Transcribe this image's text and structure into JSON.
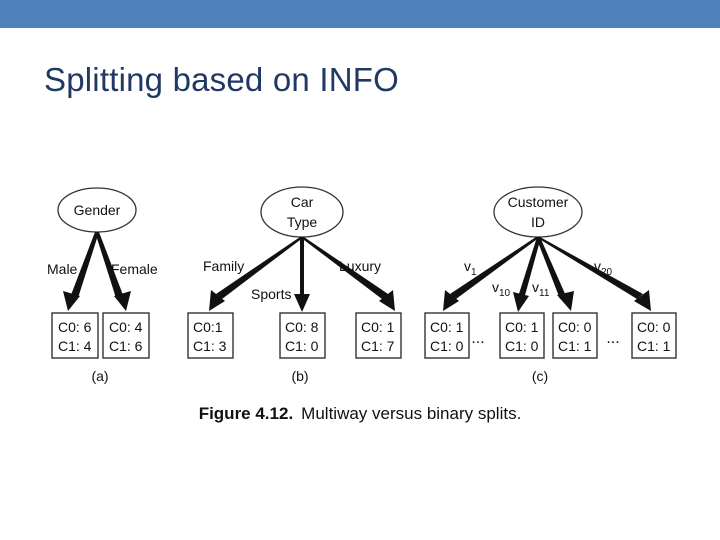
{
  "slide": {
    "title": "Splitting based on INFO",
    "banner_color": "#4F81BD",
    "title_color": "#1F3864",
    "background_color": "#FFFFFF"
  },
  "figure": {
    "caption_label": "Figure 4.12.",
    "caption_text": "Multiway versus binary splits.",
    "panels": [
      {
        "id": "a",
        "panel_label": "(a)",
        "root": "Gender",
        "edges": [
          "Male",
          "Female"
        ],
        "leaves": [
          {
            "c0": "C0: 6",
            "c1": "C1: 4"
          },
          {
            "c0": "C0: 4",
            "c1": "C1: 6"
          }
        ],
        "ellipses": []
      },
      {
        "id": "b",
        "panel_label": "(b)",
        "root_line1": "Car",
        "root_line2": "Type",
        "edges": [
          "Family",
          "Sports",
          "Luxury"
        ],
        "leaves": [
          {
            "c0": "C0:1",
            "c1": "C1: 3"
          },
          {
            "c0": "C0: 8",
            "c1": "C1: 0"
          },
          {
            "c0": "C0: 1",
            "c1": "C1: 7"
          }
        ],
        "ellipses": []
      },
      {
        "id": "c",
        "panel_label": "(c)",
        "root_line1": "Customer",
        "root_line2": "ID",
        "edges": [
          "v",
          "v",
          "v",
          "v"
        ],
        "edge_subscripts": [
          "1",
          "10",
          "11",
          "20"
        ],
        "leaves": [
          {
            "c0": "C0: 1",
            "c1": "C1: 0"
          },
          {
            "c0": "C0: 1",
            "c1": "C1: 0"
          },
          {
            "c0": "C0: 0",
            "c1": "C1: 1"
          },
          {
            "c0": "C0: 0",
            "c1": "C1: 1"
          }
        ],
        "ellipses": [
          "...",
          "..."
        ]
      }
    ]
  }
}
